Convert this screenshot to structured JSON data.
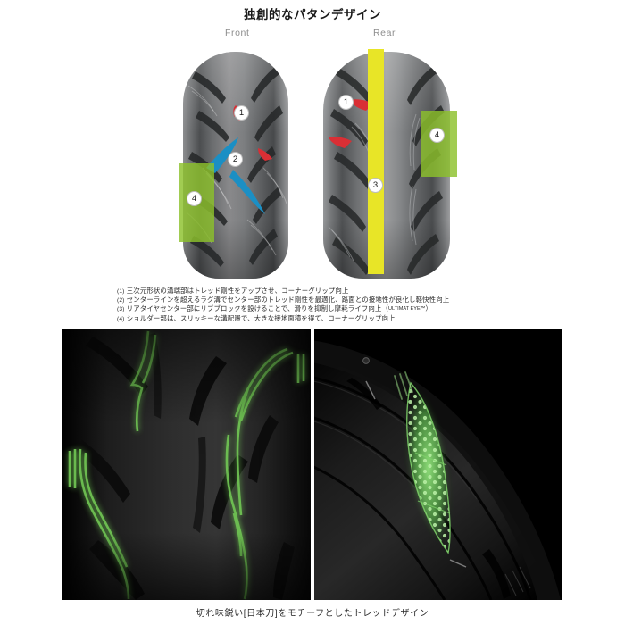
{
  "page": {
    "title": "独創的なパタンデザイン",
    "background_color": "#ffffff"
  },
  "columns": {
    "front_label": "Front",
    "rear_label": "Rear"
  },
  "callouts": [
    {
      "id": "front-1",
      "number": "1",
      "tire": "front"
    },
    {
      "id": "front-2",
      "number": "2",
      "tire": "front"
    },
    {
      "id": "front-4",
      "number": "4",
      "tire": "front"
    },
    {
      "id": "rear-1",
      "number": "1",
      "tire": "rear"
    },
    {
      "id": "rear-3",
      "number": "3",
      "tire": "rear"
    },
    {
      "id": "rear-4",
      "number": "4",
      "tire": "rear"
    }
  ],
  "notes": [
    {
      "index": "(1)",
      "text": "三次元形状の溝端部はトレッド剛性をアップさせ、コーナーグリップ向上"
    },
    {
      "index": "(2)",
      "text": "センターラインを超えるラグ溝でセンター部のトレッド剛性を最適化、路面との接地性が良化し軽快性向上"
    },
    {
      "index": "(3)",
      "text": "リアタイヤセンター部にリブブロックを設けることで、滑りを抑制し摩耗ライフ向上（",
      "trademark": "ULTIMAT EYE™",
      "text_after": "）"
    },
    {
      "index": "(4)",
      "text": "ショルダー部は、スリッキーな溝配置で、大きな接地面積を得て、コーナーグリップ向上"
    }
  ],
  "photos": {
    "left_alt": "tread-pattern-closeup-green-outline",
    "right_alt": "tire-shoulder-closeup-green-ultimat-eye",
    "caption": "切れ味鋭い[日本刀]をモチーフとしたトレッドデザイン"
  },
  "colors": {
    "highlight_green": "#8cc12c",
    "rib_yellow": "#e8e527",
    "groove_red": "#d92f35",
    "groove_blue": "#1b8fc4",
    "photo_glow_green": "#5fbf4e",
    "text_gray": "#8d8d8d"
  }
}
